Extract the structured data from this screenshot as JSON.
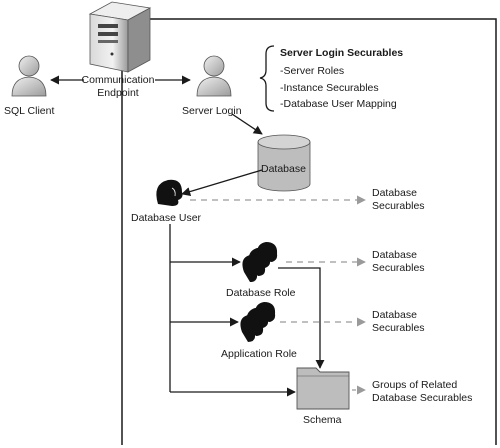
{
  "nodes": {
    "sql_client": "SQL Client",
    "endpoint_line1": "Communication",
    "endpoint_line2": "Endpoint",
    "server_login": "Server Login",
    "database": "Database",
    "database_user": "Database User",
    "database_role": "Database Role",
    "application_role": "Application Role",
    "schema": "Schema"
  },
  "securables_box": {
    "title": "Server Login Securables",
    "items": [
      "-Server Roles",
      "-Instance Securables",
      "-Database User Mapping"
    ]
  },
  "targets": {
    "user_sec_1": "Database",
    "user_sec_2": "Securables",
    "role_sec_1": "Database",
    "role_sec_2": "Securables",
    "app_sec_1": "Database",
    "app_sec_2": "Securables",
    "schema_sec_1": "Groups of Related",
    "schema_sec_2": "Database Securables"
  },
  "colors": {
    "line": "#1a1a1a",
    "dashed": "#9a9a9a",
    "shape_fill": "#bdbdbd",
    "shape_stroke": "#555555",
    "person": "#111111"
  }
}
